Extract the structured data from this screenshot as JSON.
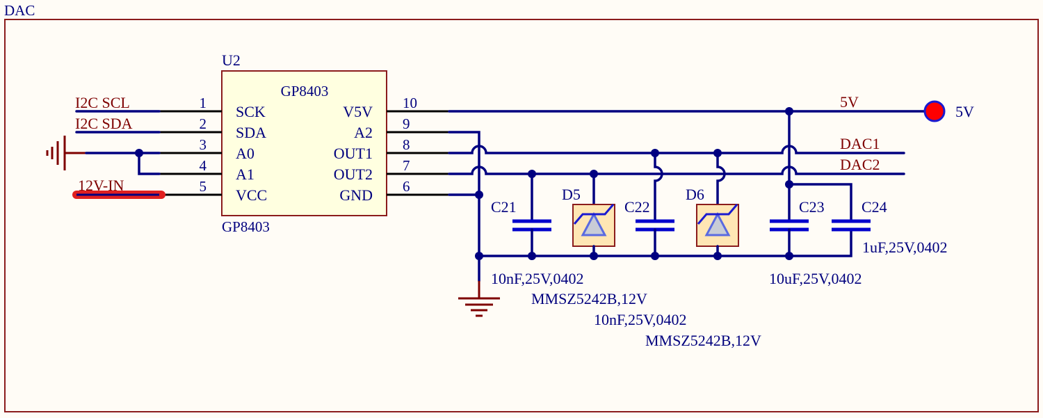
{
  "sheet": {
    "title": "DAC"
  },
  "ic": {
    "designator": "U2",
    "name": "GP8403",
    "comment": "GP8403",
    "left_pins": [
      {
        "num": "1",
        "name": "SCK"
      },
      {
        "num": "2",
        "name": "SDA"
      },
      {
        "num": "3",
        "name": "A0"
      },
      {
        "num": "4",
        "name": "A1"
      },
      {
        "num": "5",
        "name": "VCC"
      }
    ],
    "right_pins": [
      {
        "num": "10",
        "name": "V5V"
      },
      {
        "num": "9",
        "name": "A2"
      },
      {
        "num": "8",
        "name": "OUT1"
      },
      {
        "num": "7",
        "name": "OUT2"
      },
      {
        "num": "6",
        "name": "GND"
      }
    ]
  },
  "nets": {
    "i2c_scl": "I2C SCL",
    "i2c_sda": "I2C SDA",
    "v12_in": "12V-IN",
    "v5": "5V",
    "dac1": "DAC1",
    "dac2": "DAC2",
    "port_5v": "5V"
  },
  "components": {
    "c21": {
      "ref": "C21",
      "value": "10nF,25V,0402"
    },
    "d5": {
      "ref": "D5",
      "value": "MMSZ5242B,12V"
    },
    "c22": {
      "ref": "C22",
      "value": "10nF,25V,0402"
    },
    "d6": {
      "ref": "D6",
      "value": "MMSZ5242B,12V"
    },
    "c23": {
      "ref": "C23",
      "value": "10uF,25V,0402"
    },
    "c24": {
      "ref": "C24",
      "value": "1uF,25V,0402"
    }
  },
  "colors": {
    "background": "#fffcf6",
    "wire": "#000080",
    "text_blue": "#00007e",
    "text_red": "#7e0000",
    "ic_fill": "#ffffe0",
    "diode_fill": "#ffe6b4",
    "port": "#ff0000",
    "highlight": "#e02020"
  }
}
